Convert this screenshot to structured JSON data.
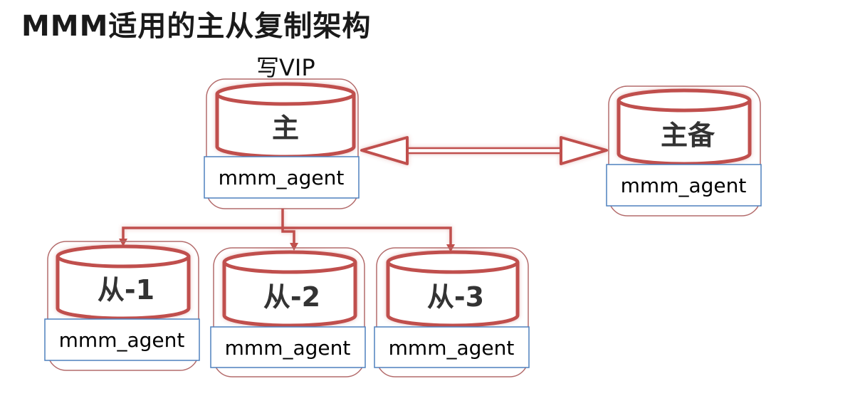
{
  "title": "MMM适用的主从复制架构",
  "vip_label": "写VIP",
  "nodes": {
    "master": {
      "label": "主",
      "agent": "mmm_agent"
    },
    "standby": {
      "label": "主备",
      "agent": "mmm_agent"
    },
    "slave1": {
      "label": "从-1",
      "agent": "mmm_agent"
    },
    "slave2": {
      "label": "从-2",
      "agent": "mmm_agent"
    },
    "slave3": {
      "label": "从-3",
      "agent": "mmm_agent"
    }
  },
  "colors": {
    "border": "#c0504d",
    "agent_box": "#4f81bd",
    "panel": "#b46c6c"
  }
}
